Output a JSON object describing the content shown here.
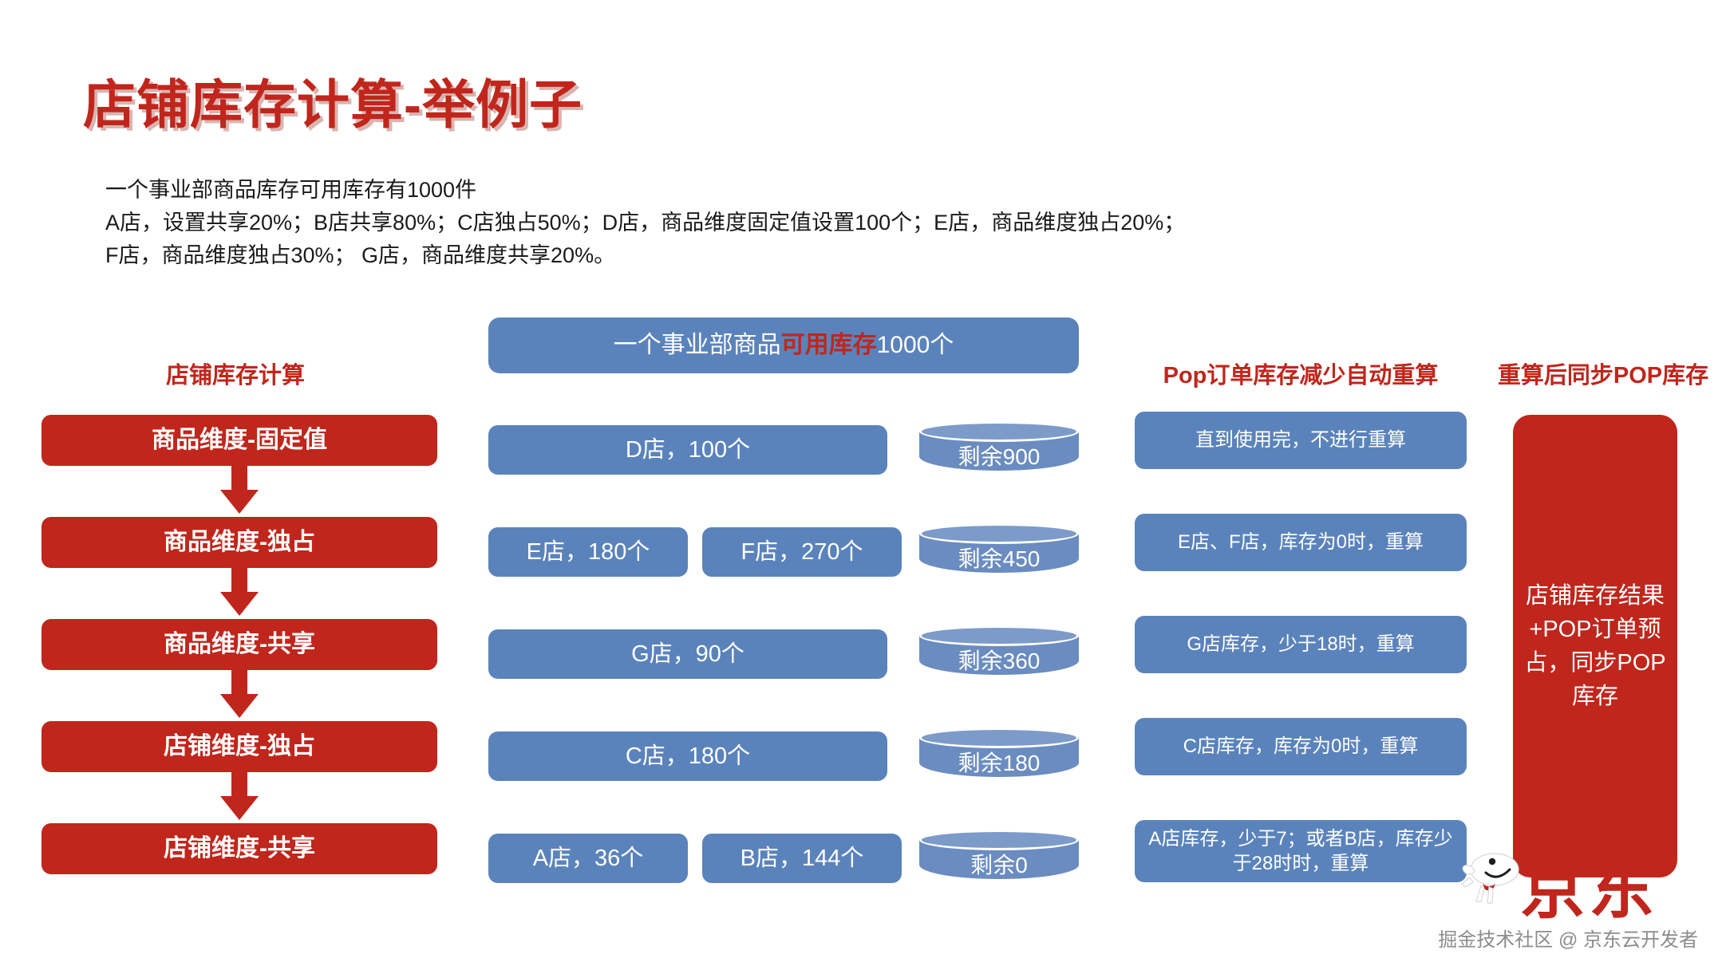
{
  "slide": {
    "title": "店铺库存计算-举例子",
    "description": [
      "一个事业部商品库存可用库存有1000件",
      "A店，设置共享20%；B店共享80%；C店独占50%；D店，商品维度固定值设置100个；E店，商品维度独占20%；",
      "F店，商品维度独占30%； G店，商品维度共享20%。"
    ]
  },
  "colors": {
    "red": "#c0261c",
    "blue": "#5b83bb",
    "cylinder": "#6a8cc0",
    "text_dark": "#1a1a1a",
    "watermark_gray": "#8c8c8c"
  },
  "left_column": {
    "header": "店铺库存计算",
    "steps": [
      "商品维度-固定值",
      "商品维度-独占",
      "商品维度-共享",
      "店铺维度-独占",
      "店铺维度-共享"
    ],
    "arrow_icon": "arrow-down-icon"
  },
  "middle_column": {
    "header": {
      "prefix": "一个事业部商品",
      "highlight": "可用库存",
      "suffix": "1000个"
    },
    "rows": [
      {
        "boxes": [
          "D店，100个"
        ],
        "remaining": "剩余900"
      },
      {
        "boxes": [
          "E店，180个",
          "F店，270个"
        ],
        "remaining": "剩余450"
      },
      {
        "boxes": [
          "G店，90个"
        ],
        "remaining": "剩余360"
      },
      {
        "boxes": [
          "C店，180个"
        ],
        "remaining": "剩余180"
      },
      {
        "boxes": [
          "A店，36个",
          "B店，144个"
        ],
        "remaining": "剩余0"
      }
    ]
  },
  "pop_column": {
    "header": "Pop订单库存减少自动重算",
    "rules": [
      "直到使用完，不进行重算",
      "E店、F店，库存为0时，重算",
      "G店库存，少于18时，重算",
      "C店库存，库存为0时，重算",
      "A店库存，少于7；或者B店，库存少于28时时，重算"
    ]
  },
  "sync_column": {
    "header": "重算后同步POP库存",
    "body": "店铺库存结果+POP订单预占，同步POP库存"
  },
  "branding": {
    "logo_text": "京东",
    "mascot_icon": "jd-dog-icon",
    "watermark": "掘金技术社区 @ 京东云开发者"
  }
}
